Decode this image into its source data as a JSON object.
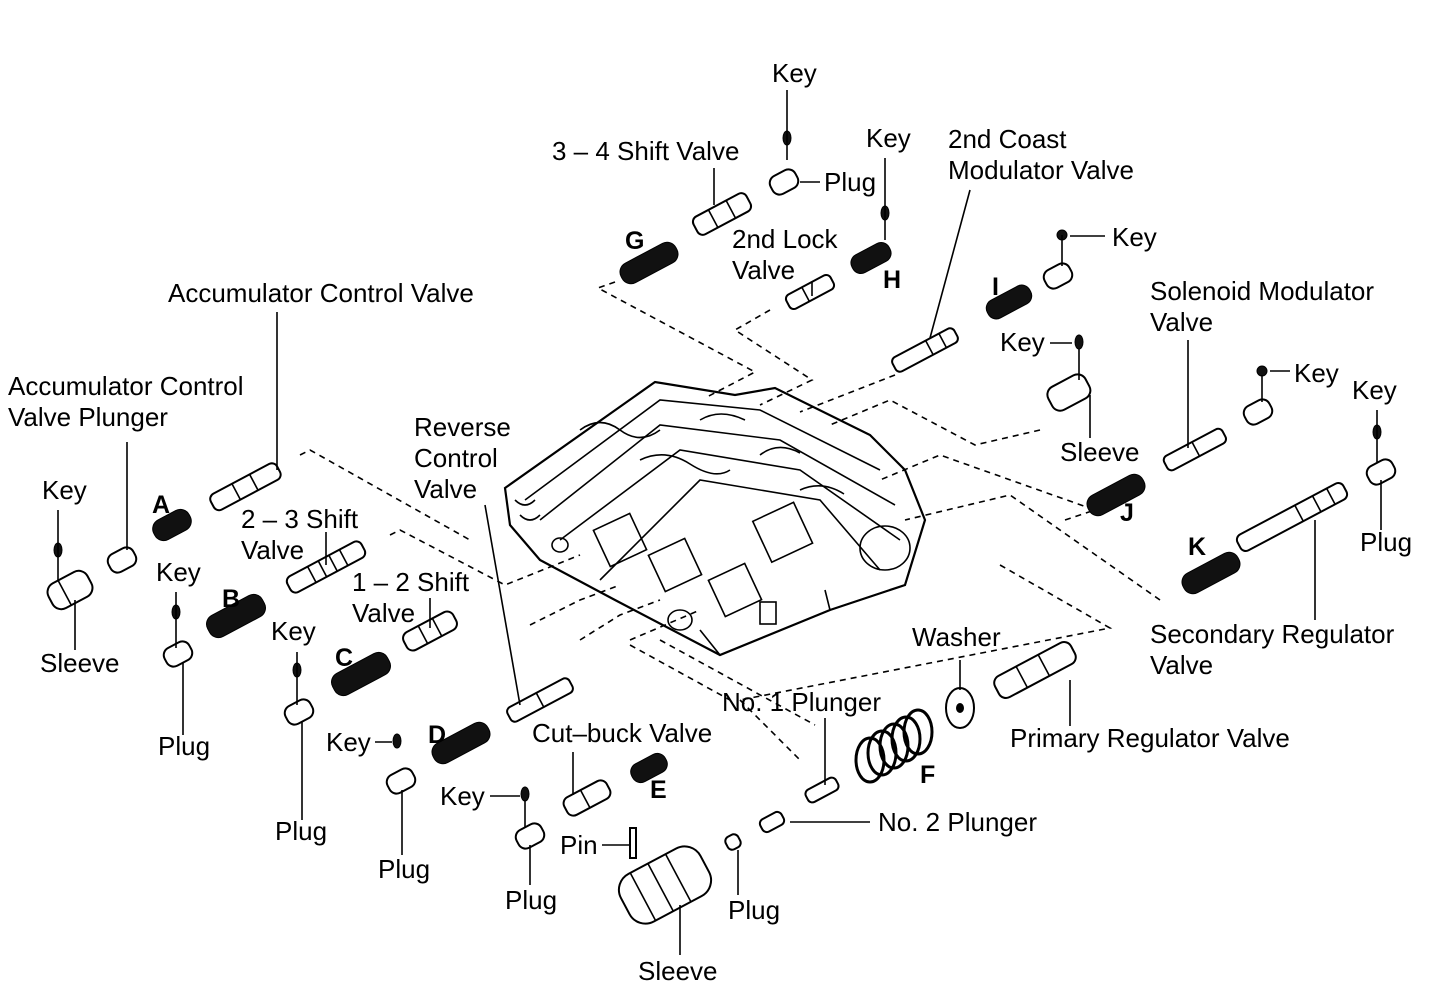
{
  "labels": {
    "key_top": "Key",
    "shift_34": "3 – 4 Shift Valve",
    "plug_top": "Plug",
    "key_h": "Key",
    "coast_mod": "2nd Coast\nModulator Valve",
    "key_i": "Key",
    "lock_valve": "2nd Lock\nValve",
    "solenoid_mod": "Solenoid Modulator\nValve",
    "accum_ctrl": "Accumulator Control Valve",
    "accum_plunger": "Accumulator Control\nValve Plunger",
    "key_sleeve": "Key",
    "key_sol": "Key",
    "key_k": "Key",
    "sleeve_right": "Sleeve",
    "plug_k": "Plug",
    "reverse_ctrl": "Reverse\nControl\nValve",
    "key_a": "Key",
    "shift_23": "2 – 3 Shift\nValve",
    "key_b": "Key",
    "shift_12": "1 – 2 Shift\nValve",
    "sleeve_left": "Sleeve",
    "key_c": "Key",
    "secondary_reg": "Secondary Regulator\nValve",
    "washer": "Washer",
    "plug_b": "Plug",
    "no1_plunger": "No. 1 Plunger",
    "primary_reg": "Primary Regulator Valve",
    "cutback": "Cut–buck Valve",
    "key_d": "Key",
    "key_e": "Key",
    "no2_plunger": "No. 2 Plunger",
    "plug_c": "Plug",
    "pin": "Pin",
    "plug_d": "Plug",
    "plug_e": "Plug",
    "plug_bottom": "Plug",
    "sleeve_bottom": "Sleeve"
  },
  "letters": {
    "a": "A",
    "b": "B",
    "c": "C",
    "d": "D",
    "e": "E",
    "f": "F",
    "g": "G",
    "h": "H",
    "i": "I",
    "j": "J",
    "k": "K"
  }
}
